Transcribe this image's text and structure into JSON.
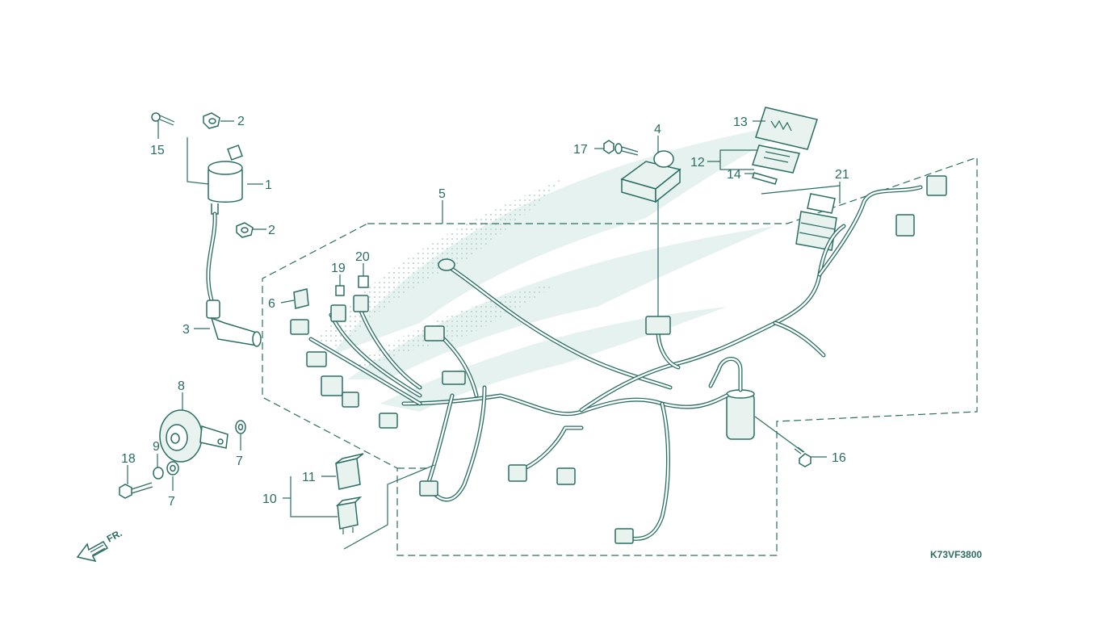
{
  "diagram": {
    "code": "K73VF3800",
    "front_marker": "FR.",
    "colors": {
      "ink": "#2a6e62",
      "watermark": "#e6f2ef",
      "dots": "#b8d4cc"
    },
    "watermark": "wing-logo",
    "callouts": {
      "c1": "1",
      "c2a": "2",
      "c2b": "2",
      "c3": "3",
      "c4": "4",
      "c5": "5",
      "c6": "6",
      "c7a": "7",
      "c7b": "7",
      "c8": "8",
      "c9": "9",
      "c10": "10",
      "c11": "11",
      "c12": "12",
      "c13": "13",
      "c14": "14",
      "c15": "15",
      "c16": "16",
      "c17": "17",
      "c18": "18",
      "c19": "19",
      "c20": "20",
      "c21": "21"
    }
  }
}
